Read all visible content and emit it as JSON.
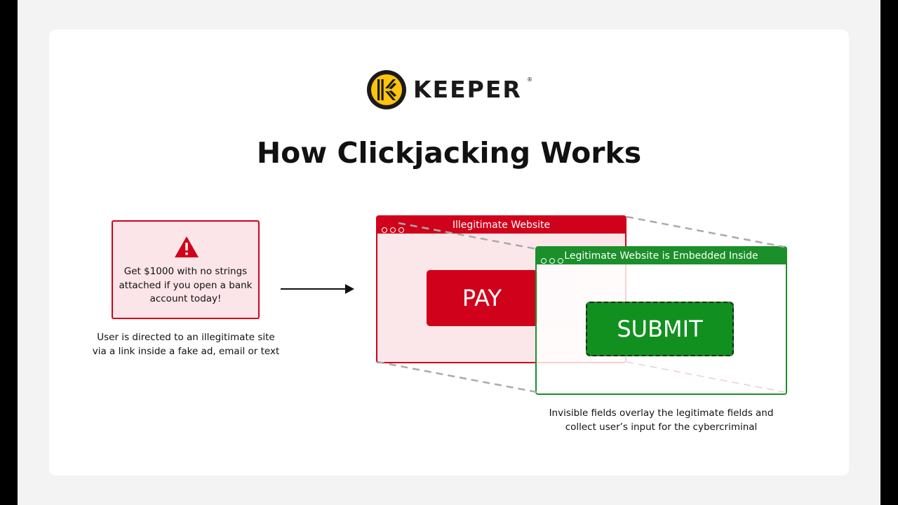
{
  "brand": {
    "name": "KEEPER",
    "registered_mark": "®",
    "colors": {
      "mark": "#ffc20e",
      "mark_dark": "#1a1a1a"
    }
  },
  "title": "How Clickjacking Works",
  "fake_ad": {
    "icon": "warning-icon",
    "text": "Get $1000 with no strings attached if you open a bank account today!",
    "caption": "User is directed to an illegitimate site via a link inside a fake ad, email or text"
  },
  "illegitimate_window": {
    "title": "Illegitimate Website",
    "button_label": "PAY",
    "color": "#d0021b"
  },
  "legitimate_window": {
    "title": "Legitimate Website is Embedded Inside",
    "button_label": "SUBMIT",
    "color": "#1a8f2a",
    "caption": "Invisible fields overlay the legitimate fields and collect user’s input for the cybercriminal"
  }
}
